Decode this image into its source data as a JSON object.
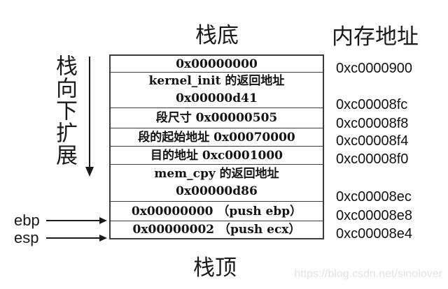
{
  "header": {
    "stack_bottom_label": "栈底",
    "memory_address_label": "内存地址"
  },
  "left_side": {
    "grow_direction_label": "栈向下扩展",
    "ebp_label": "ebp",
    "esp_label": "esp"
  },
  "footer": {
    "stack_top_label": "栈顶",
    "watermark": "https://blog.csdn.net/sinolover"
  },
  "stack": {
    "rows": [
      {
        "text": "0x00000000",
        "address": "0xc0000900"
      },
      {
        "text": "kernel_init 的返回地址\n0x00000d41",
        "address": "0xc00008fc"
      },
      {
        "text": "段尺寸 0x00000505",
        "address": "0xc00008f8"
      },
      {
        "text": "段的起始地址 0x00070000",
        "address": "0xc00008f4"
      },
      {
        "text": "目的地址 0xc0001000",
        "address": "0xc00008f0"
      },
      {
        "text": "mem_cpy 的返回地址\n0x00000d86",
        "address": "0xc00008ec"
      },
      {
        "text": "0x00000000 （push ebp）",
        "address": "0xc00008e8"
      },
      {
        "text": "0x00000002 （push ecx）",
        "address": "0xc00008e4"
      }
    ]
  },
  "colors": {
    "background": "#ffffff",
    "text": "#141414",
    "border": "#3c3c3c",
    "arrow": "#1a1a1a",
    "watermark": "#e2e2e2"
  }
}
